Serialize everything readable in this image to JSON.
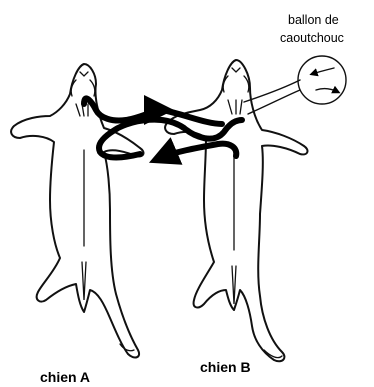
{
  "labels": {
    "dog_a": "chien A",
    "dog_b": "chien B",
    "balloon_line1": "ballon de",
    "balloon_line2": "caoutchouc"
  },
  "colors": {
    "background": "#ffffff",
    "ink": "#000000"
  }
}
